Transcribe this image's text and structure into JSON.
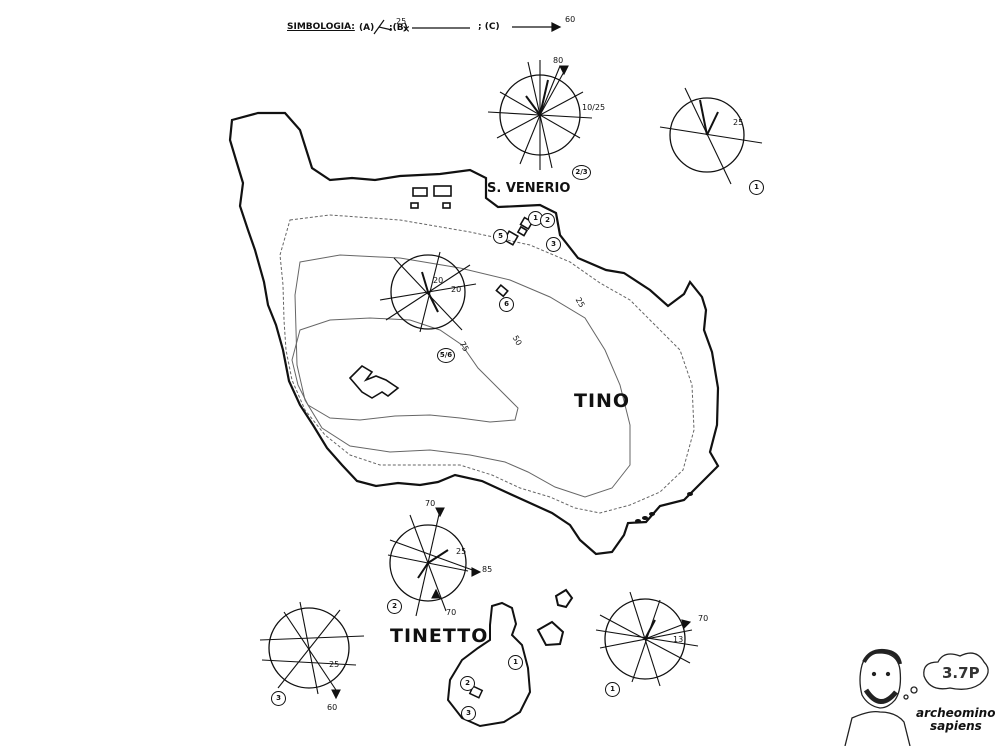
{
  "legend": {
    "title": "SIMBOLOGIA:",
    "a": "(A)",
    "a_value": "25",
    "b": ";(B)",
    "c": "; (C)",
    "c_value": "60"
  },
  "places": {
    "venerio": "S. VENERIO",
    "tino": "TINO",
    "tinetto": "TINETTO"
  },
  "contours": [
    "25",
    "50",
    "75"
  ],
  "site_markers": [
    "1",
    "2",
    "3",
    "5",
    "6"
  ],
  "roses": {
    "top_middle": {
      "ref": "2/3",
      "val1": "80",
      "val2": "10/25"
    },
    "top_right": {
      "ref": "1",
      "val1": "25"
    },
    "center": {
      "ref": "5/6",
      "val1": "20",
      "val2": "20"
    },
    "lower_center": {
      "ref": "2",
      "val1": "70",
      "val2": "25",
      "val3": "85",
      "val4": "70"
    },
    "lower_left": {
      "ref": "3",
      "val1": "25",
      "val2": "60"
    },
    "lower_right": {
      "ref": "1",
      "val1": "70",
      "val2": "13"
    }
  },
  "tinetto_markers": [
    "1",
    "2",
    "3"
  ],
  "logo": {
    "line1": "archeomino",
    "line2": "sapiens",
    "bubble": "3.7P"
  }
}
